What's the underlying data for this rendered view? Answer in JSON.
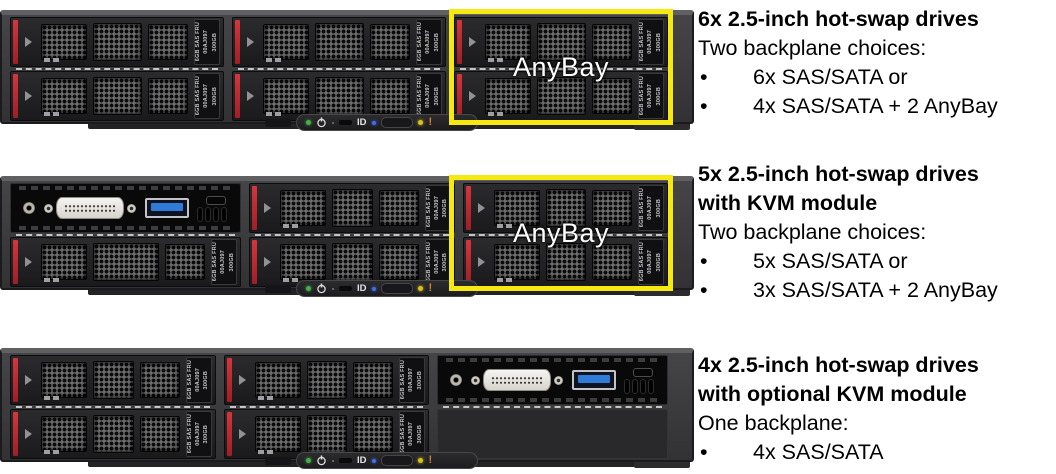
{
  "figure": {
    "bullet": "•"
  },
  "drive_label": {
    "line1": "6GB SAS FRU",
    "line2": "00AJ097",
    "line3": "300GB"
  },
  "anybay_label": "AnyBay",
  "control_strip": {
    "id_label": "ID",
    "alert_label": "!"
  },
  "colors": {
    "highlight_yellow": "#f6e912",
    "carrier_red": "#b8242b",
    "power_led_green": "#44b04a",
    "id_led_blue": "#3f6df2",
    "warning_led_yellow": "#d9c21b",
    "alert_orange": "#cd7f2e",
    "usb_blue": "#2f7cd8"
  },
  "servers": [
    {
      "name": "6x-drive-config",
      "columns": [
        [
          "drive",
          "drive"
        ],
        [
          "drive",
          "drive"
        ],
        [
          "drive",
          "drive"
        ]
      ],
      "anybay": true
    },
    {
      "name": "5x-drive-kvm-config",
      "columns": [
        [
          "kvm",
          "drive"
        ],
        [
          "drive",
          "drive"
        ],
        [
          "drive",
          "drive"
        ]
      ],
      "anybay": true
    },
    {
      "name": "4x-drive-optional-kvm-config",
      "columns": [
        [
          "drive",
          "drive"
        ],
        [
          "drive",
          "drive"
        ],
        [
          "kvm",
          "blank"
        ]
      ],
      "anybay": false
    }
  ],
  "sections": [
    {
      "title_lines": [
        "6x 2.5-inch hot-swap drives"
      ],
      "subtitle": "Two backplane choices:",
      "bullets": [
        "6x SAS/SATA or",
        "4x SAS/SATA + 2 AnyBay"
      ]
    },
    {
      "title_lines": [
        "5x 2.5-inch hot-swap drives",
        "with KVM module"
      ],
      "subtitle": "Two backplane choices:",
      "bullets": [
        "5x SAS/SATA or",
        "3x SAS/SATA + 2 AnyBay"
      ]
    },
    {
      "title_lines": [
        "4x 2.5-inch hot-swap drives",
        "with optional KVM module"
      ],
      "subtitle": "One backplane:",
      "bullets": [
        "4x SAS/SATA"
      ]
    }
  ]
}
